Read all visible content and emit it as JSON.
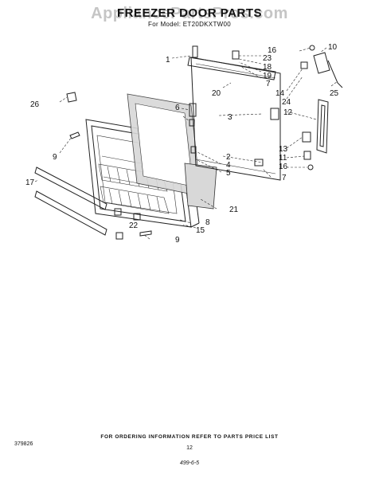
{
  "header": {
    "title": "FREEZER DOOR PARTS",
    "subtitle": "For Model: ET20DKXTW00",
    "watermark": "AppliancePartsPros.com"
  },
  "callouts": [
    "1",
    "2",
    "3",
    "4",
    "5",
    "6",
    "7",
    "8",
    "9",
    "10",
    "11",
    "12",
    "13",
    "14",
    "15",
    "16",
    "17",
    "18",
    "19",
    "20",
    "21",
    "22",
    "23",
    "24",
    "25",
    "26"
  ],
  "footer": {
    "instruction": "FOR ORDERING INFORMATION REFER TO PARTS PRICE LIST",
    "page_number": "12",
    "part_code": "379826",
    "handwritten_note": "499-6-5"
  }
}
